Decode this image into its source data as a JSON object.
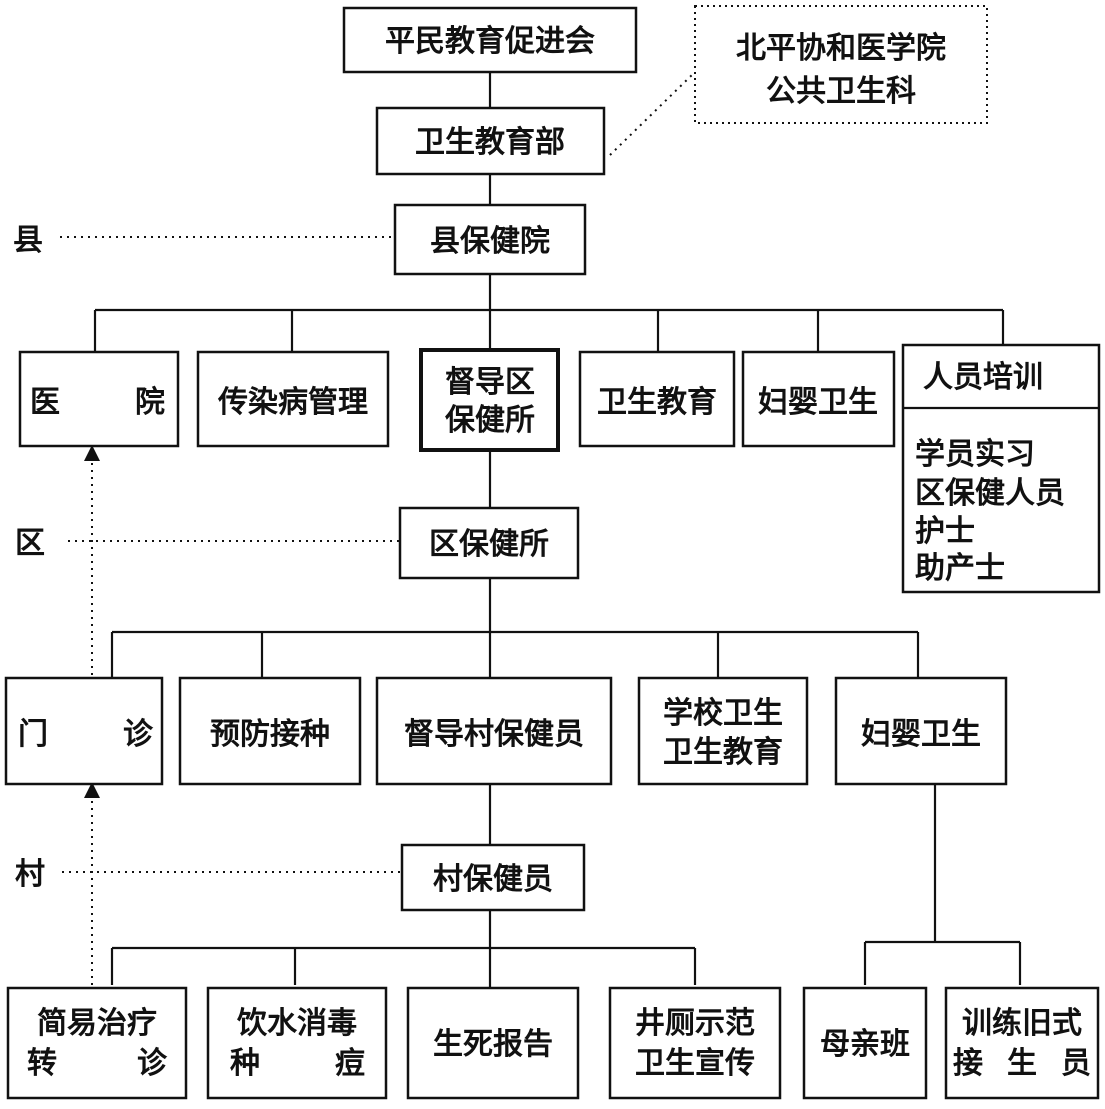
{
  "levels": {
    "county": "县",
    "district": "区",
    "village": "村"
  },
  "top": {
    "mass_education": "平民教育促进会",
    "health_education_dept": "卫生教育部",
    "pumc_public_health": [
      "北平协和医学院",
      "公共卫生科"
    ]
  },
  "county": {
    "center": "县保健院",
    "hospital": [
      "医",
      "院"
    ],
    "infectious_disease": "传染病管理",
    "supervise_district": [
      "督导区",
      "保健所"
    ],
    "health_education": "卫生教育",
    "maternal_child": "妇婴卫生",
    "training": {
      "title": "人员培训",
      "items": [
        "学员实习",
        "区保健人员",
        "护士",
        "助产士"
      ]
    }
  },
  "district": {
    "center": "区保健所",
    "clinic": [
      "门",
      "诊"
    ],
    "vaccination": "预防接种",
    "supervise_village": "督导村保健员",
    "school_health": [
      "学校卫生",
      "卫生教育"
    ],
    "maternal_child": "妇婴卫生"
  },
  "village": {
    "center": "村保健员",
    "treatment": [
      "简易治疗",
      "转",
      "诊"
    ],
    "water": [
      "饮水消毒",
      "种",
      "痘"
    ],
    "vital_report": "生死报告",
    "well_toilet": [
      "井厕示范",
      "卫生宣传"
    ],
    "mothers_class": "母亲班",
    "midwife_training": [
      "训练旧式",
      "接",
      "生",
      "员"
    ]
  }
}
